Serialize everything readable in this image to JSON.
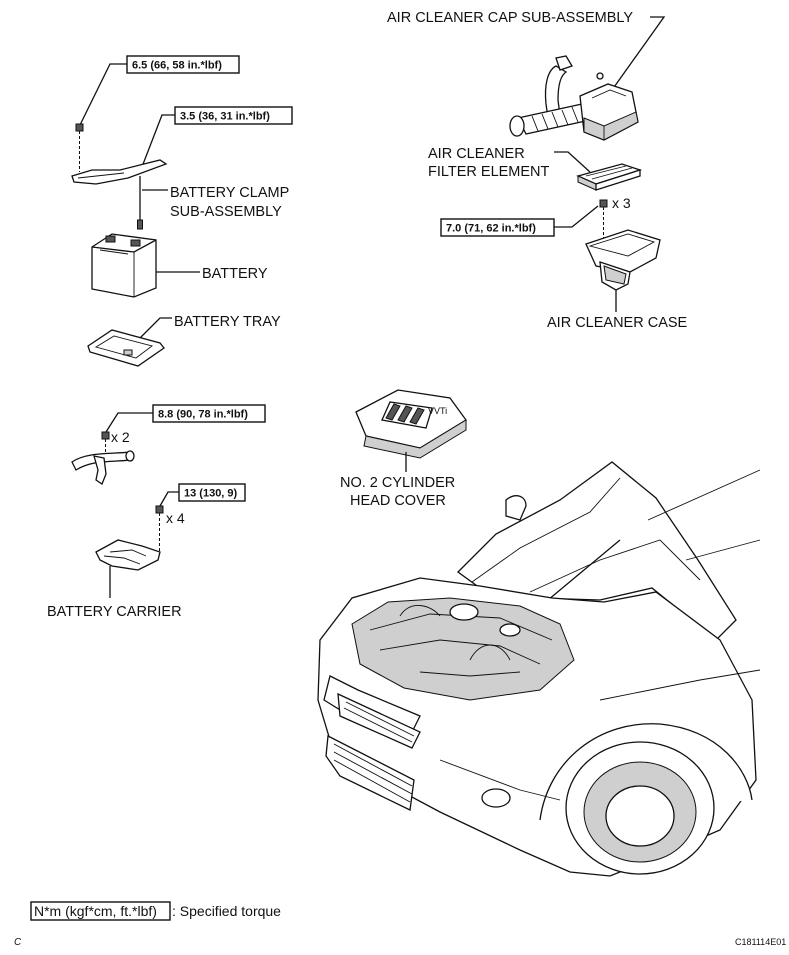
{
  "labels": {
    "air_cleaner_cap": "AIR CLEANER CAP SUB-ASSEMBLY",
    "filter_line1": "AIR CLEANER",
    "filter_line2": "FILTER ELEMENT",
    "air_cleaner_case": "AIR CLEANER CASE",
    "battery_clamp_line1": "BATTERY CLAMP",
    "battery_clamp_line2": "SUB-ASSEMBLY",
    "battery": "BATTERY",
    "battery_tray": "BATTERY TRAY",
    "cylinder_cover_line1": "NO. 2 CYLINDER",
    "cylinder_cover_line2": "HEAD COVER",
    "battery_carrier": "BATTERY CARRIER"
  },
  "torques": {
    "clamp_bolt": "6.5 (66, 58 in.*lbf)",
    "clamp_nut": "3.5 (36, 31 in.*lbf)",
    "case_bolt": "7.0 (71, 62 in.*lbf)",
    "cable_bolt": "8.8 (90, 78 in.*lbf)",
    "carrier_bolt": "13 (130, 9)"
  },
  "quantities": {
    "case_bolt": "x 3",
    "cable_bolt": "x 2",
    "carrier_bolt": "x 4"
  },
  "legend": {
    "unit_box": "N*m (kgf*cm, ft.*lbf)",
    "text": ": Specified torque"
  },
  "footer": {
    "left": "C",
    "code": "C181114E01"
  }
}
